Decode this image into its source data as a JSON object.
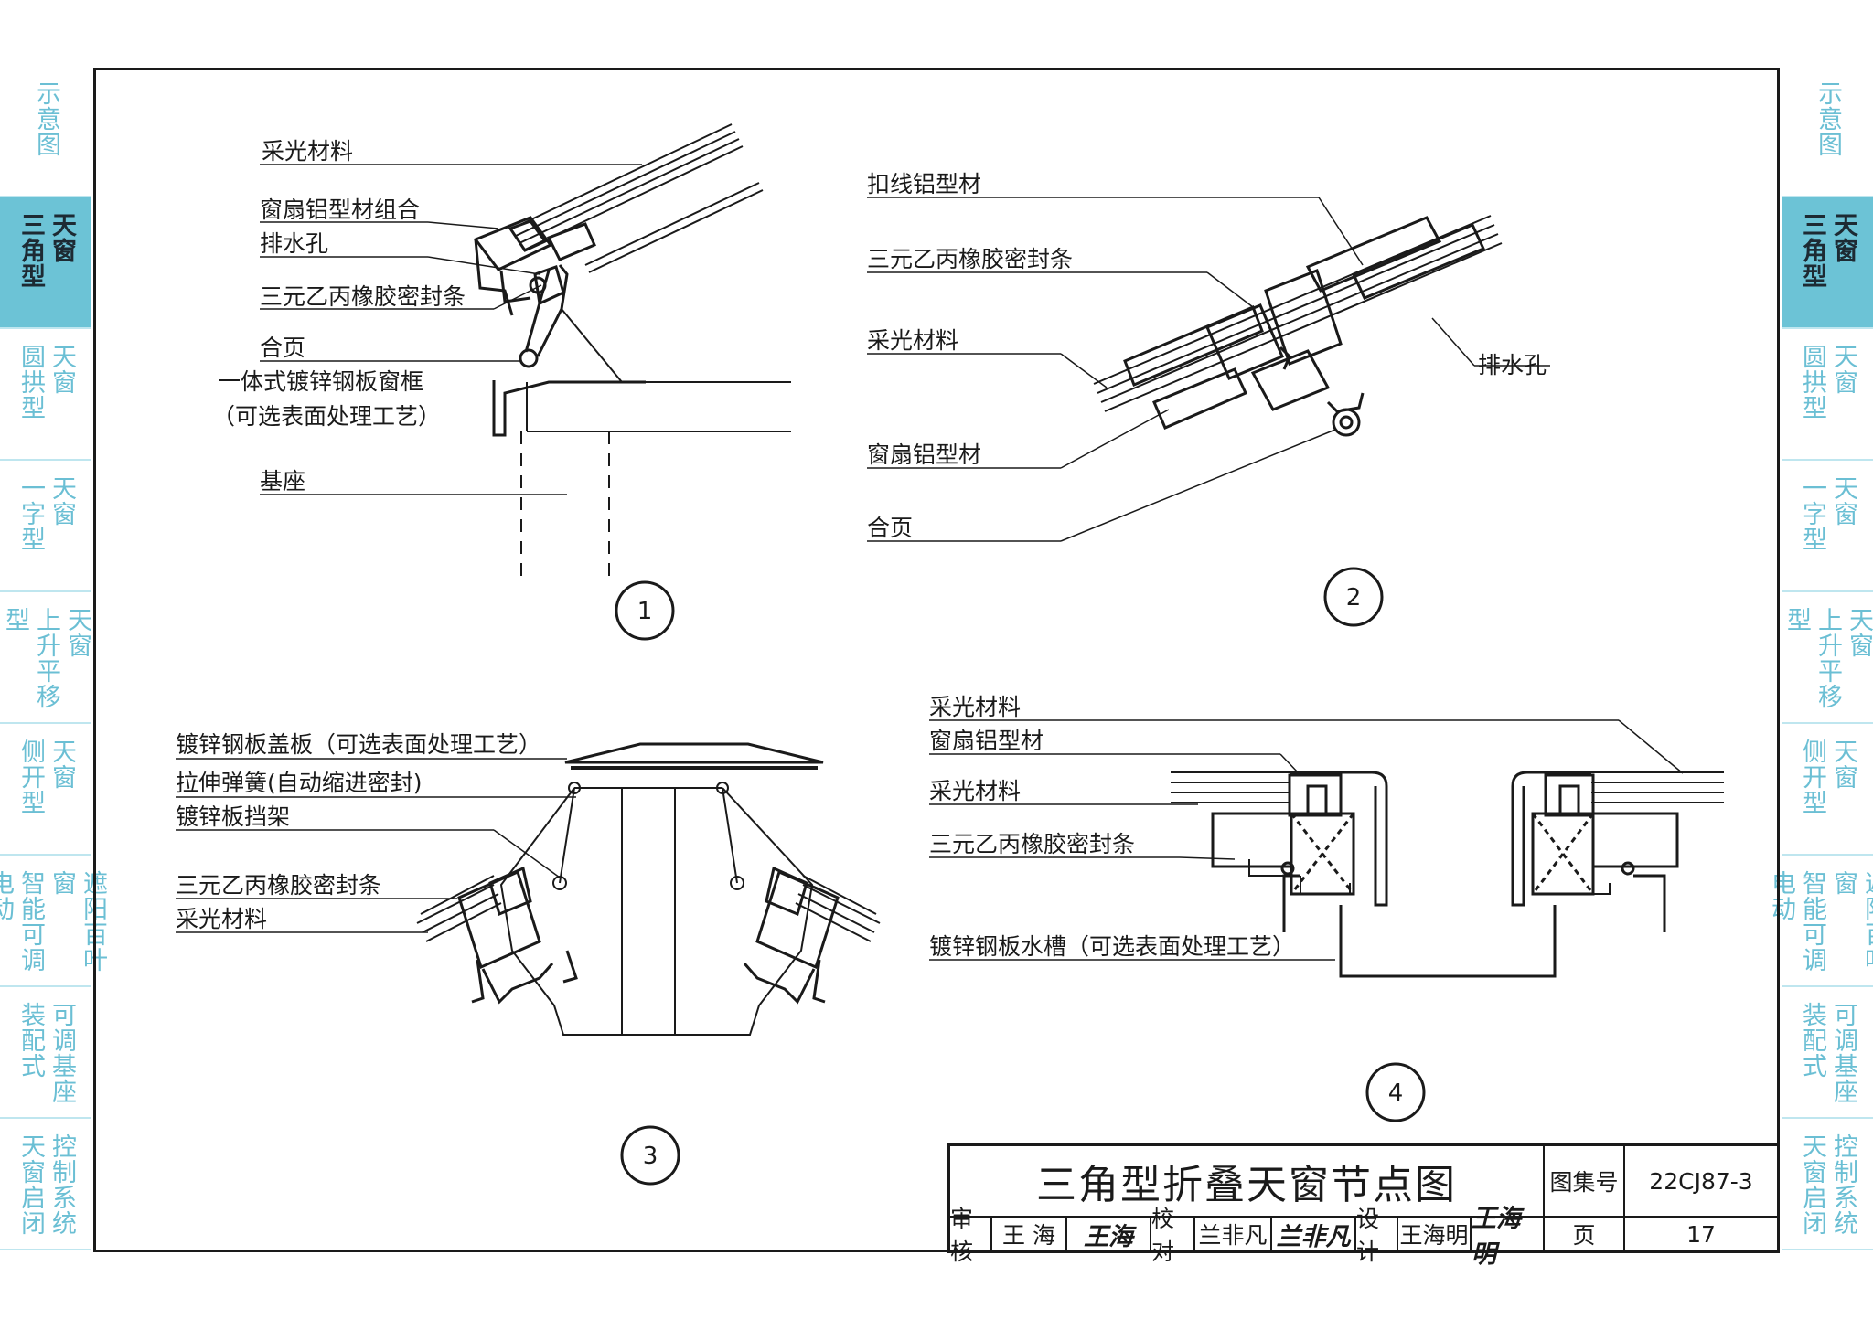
{
  "side_tabs": [
    {
      "col1": "",
      "col2": "示意图"
    },
    {
      "col1": "天窗",
      "col2": "三角型",
      "active": true
    },
    {
      "col1": "天窗",
      "col2": "圆拱型"
    },
    {
      "col1": "天窗",
      "col2": "一字型"
    },
    {
      "col1": "天窗",
      "col2": "上升平移型"
    },
    {
      "col1": "天窗",
      "col2": "侧开型"
    },
    {
      "col1": "遮阳百叶窗",
      "col2": "智能可调电动"
    },
    {
      "col1": "可调基座",
      "col2": "装配式"
    },
    {
      "col1": "控制系统",
      "col2": "天窗启闭"
    }
  ],
  "detail1": {
    "number": "1",
    "labels": [
      "采光材料",
      "窗扇铝型材组合",
      "排水孔",
      "三元乙丙橡胶密封条",
      "合页",
      "一体式镀锌钢板窗框",
      "（可选表面处理工艺）",
      "基座"
    ]
  },
  "detail2": {
    "number": "2",
    "labels": [
      "扣线铝型材",
      "三元乙丙橡胶密封条",
      "采光材料",
      "窗扇铝型材",
      "合页",
      "排水孔"
    ]
  },
  "detail3": {
    "number": "3",
    "labels": [
      "镀锌钢板盖板（可选表面处理工艺）",
      "拉伸弹簧(自动缩进密封)",
      "镀锌板挡架",
      "三元乙丙橡胶密封条",
      "采光材料"
    ]
  },
  "detail4": {
    "number": "4",
    "labels": [
      "采光材料",
      "窗扇铝型材",
      "采光材料",
      "三元乙丙橡胶密封条",
      "镀锌钢板水槽（可选表面处理工艺）"
    ]
  },
  "title_block": {
    "title": "三角型折叠天窗节点图",
    "atlas_label": "图集号",
    "atlas_no": "22CJ87-3",
    "review_label": "审核",
    "reviewer": "王 海",
    "reviewer_sig": "王海",
    "check_label": "校对",
    "checker": "兰非凡",
    "checker_sig": "兰非凡",
    "design_label": "设计",
    "designer": "王海明",
    "designer_sig": "王海明",
    "page_label": "页",
    "page_no": "17"
  },
  "colors": {
    "tab_active": "#6cc3d6",
    "tab_text": "#6bbfd4",
    "line": "#1a1a1a"
  }
}
